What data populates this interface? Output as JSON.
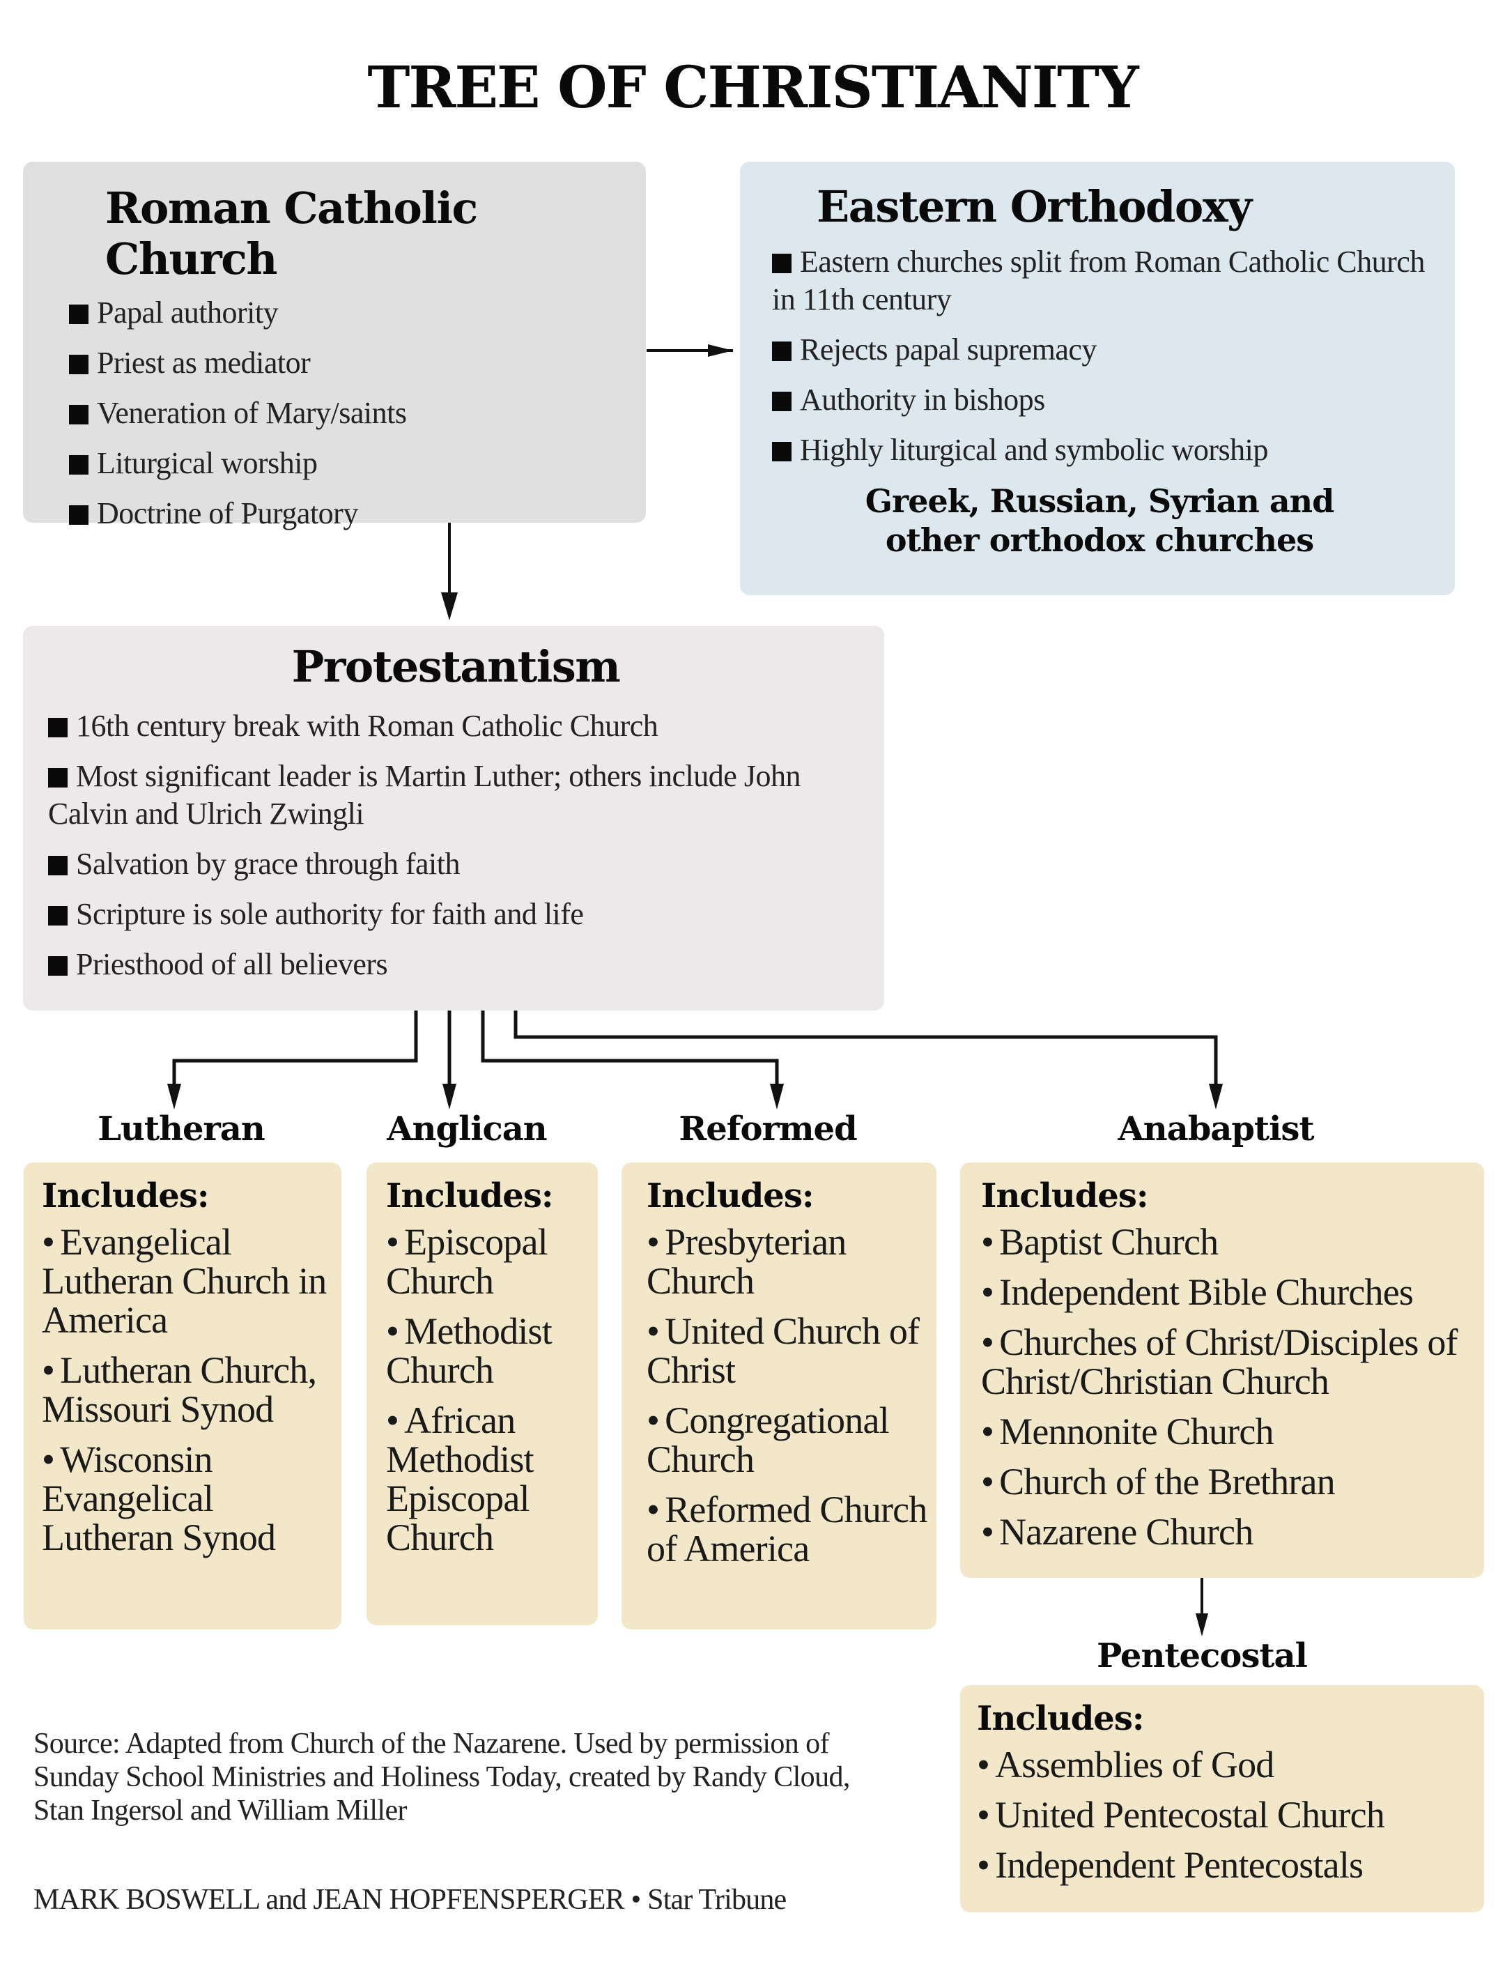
{
  "title": "TREE OF CHRISTIANITY",
  "colors": {
    "catholic_bg": "#e0e0e0",
    "orthodox_bg": "#dce8ee",
    "protestant_bg": "#ede8ea",
    "branch_bg": "#f3e7c9",
    "ink": "#0a0a0a"
  },
  "catholic": {
    "title": "Roman Catholic Church",
    "points": [
      "Papal authority",
      "Priest as mediator",
      "Veneration of Mary/saints",
      "Liturgical worship",
      "Doctrine of Purgatory"
    ]
  },
  "orthodox": {
    "title": "Eastern Orthodoxy",
    "points": [
      "Eastern churches split from Roman Catholic Church in 11th century",
      "Rejects papal supremacy",
      "Authority in bishops",
      "Highly liturgical and symbolic worship"
    ],
    "footer_line1": "Greek, Russian, Syrian and",
    "footer_line2": "other orthodox churches"
  },
  "protestant": {
    "title": "Protestantism",
    "points": [
      "16th century break with Roman Catholic Church",
      "Most significant leader is Martin Luther; others include John Calvin and Ulrich Zwingli",
      "Salvation by grace through faith",
      "Scripture is sole authority for faith and life",
      "Priesthood of all believers"
    ]
  },
  "includes_label": "Includes:",
  "bullet": "•",
  "branches": {
    "lutheran": {
      "label": "Lutheran",
      "items": [
        "Evangelical Lutheran Church in America",
        "Lutheran Church, Missouri Synod",
        "Wisconsin Evangelical Lutheran Synod"
      ]
    },
    "anglican": {
      "label": "Anglican",
      "items": [
        "Episcopal Church",
        "Methodist Church",
        "African Methodist Episcopal Church"
      ]
    },
    "reformed": {
      "label": "Reformed",
      "items": [
        "Presbyterian Church",
        "United Church of Christ",
        "Congregational Church",
        "Reformed Church of America"
      ]
    },
    "anabaptist": {
      "label": "Anabaptist",
      "items": [
        "Baptist Church",
        "Independent Bible Churches",
        "Churches of Christ/Disciples of Christ/Christian Church",
        "Mennonite Church",
        "Church of the Brethran",
        "Nazarene Church"
      ]
    },
    "pentecostal": {
      "label": "Pentecostal",
      "items": [
        "Assemblies of God",
        "United Pentecostal Church",
        "Independent Pentecostals"
      ]
    }
  },
  "source": "Source: Adapted from Church of the Nazarene. Used by permission of Sunday School Ministries and Holiness Today, created by Randy Cloud, Stan Ingersol and William Miller",
  "credit": "MARK BOSWELL and JEAN HOPFENSPERGER • Star Tribune"
}
